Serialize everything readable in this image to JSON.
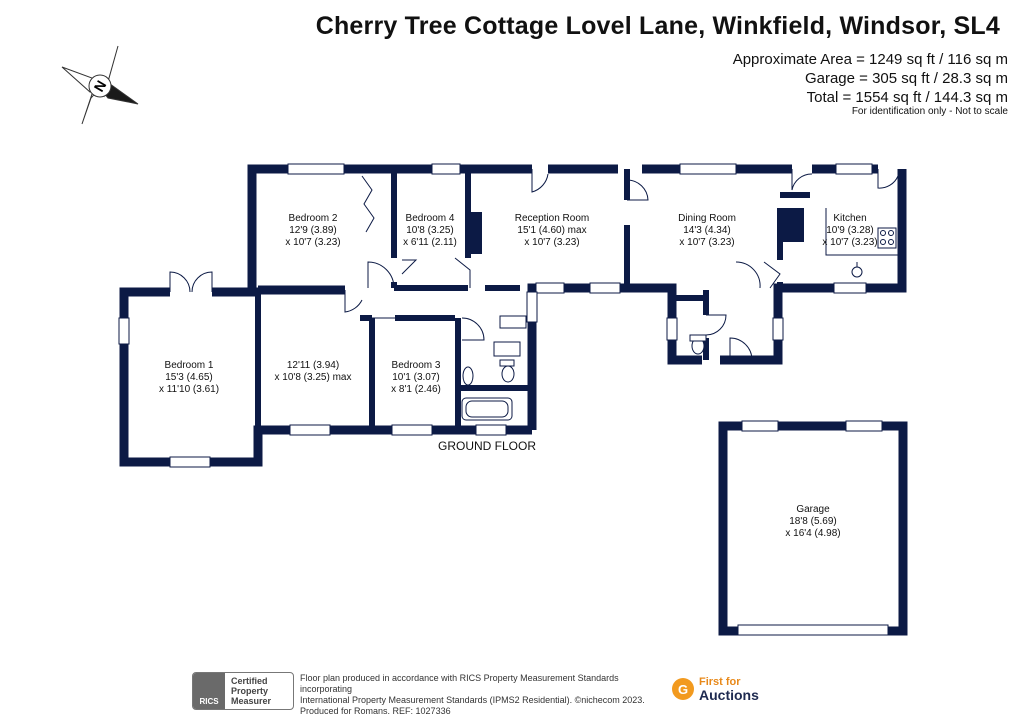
{
  "header": {
    "title": "Cherry Tree Cottage Lovel Lane, Winkfield, Windsor, SL4",
    "area_lines": [
      "Approximate Area = 1249 sq ft / 116 sq m",
      "Garage = 305 sq ft / 28.3 sq m",
      "Total = 1554 sq ft / 144.3 sq m"
    ],
    "disclaimer": "For identification only - Not to scale"
  },
  "compass": {
    "letter": "N"
  },
  "floor_label": "GROUND FLOOR",
  "rooms": {
    "bedroom2": {
      "name": "Bedroom 2",
      "line1": "12'9 (3.89)",
      "line2": "x 10'7 (3.23)"
    },
    "bedroom4": {
      "name": "Bedroom 4",
      "line1": "10'8 (3.25)",
      "line2": "x 6'11 (2.11)"
    },
    "reception": {
      "name": "Reception Room",
      "line1": "15'1 (4.60) max",
      "line2": "x 10'7 (3.23)"
    },
    "dining": {
      "name": "Dining Room",
      "line1": "14'3 (4.34)",
      "line2": "x 10'7 (3.23)"
    },
    "kitchen": {
      "name": "Kitchen",
      "line1": "10'9 (3.28)",
      "line2": "x 10'7 (3.23)"
    },
    "bedroom1": {
      "name": "Bedroom 1",
      "line1": "15'3 (4.65)",
      "line2": "x 11'10 (3.61)"
    },
    "unnamed": {
      "line1": "12'11 (3.94)",
      "line2": "x 10'8 (3.25) max"
    },
    "bedroom3": {
      "name": "Bedroom 3",
      "line1": "10'1 (3.07)",
      "line2": "x 8'1 (2.46)"
    },
    "garage": {
      "name": "Garage",
      "line1": "18'8 (5.69)",
      "line2": "x 16'4 (4.98)"
    }
  },
  "footer": {
    "rics_badge": "RICS",
    "rics_lines": [
      "Certified",
      "Property",
      "Measurer"
    ],
    "text_lines": [
      "Floor plan produced in accordance with RICS Property Measurement Standards incorporating",
      "International Property Measurement Standards (IPMS2 Residential).  ©nichecom 2023.",
      "Produced for Romans.   REF: 1027336"
    ],
    "auctions_line1": "First for",
    "auctions_line2": "Auctions",
    "auctions_logo_letter": "G"
  },
  "colors": {
    "wall": "#0c1a45",
    "window": "#ffffff",
    "accent": "#f29a1f"
  }
}
